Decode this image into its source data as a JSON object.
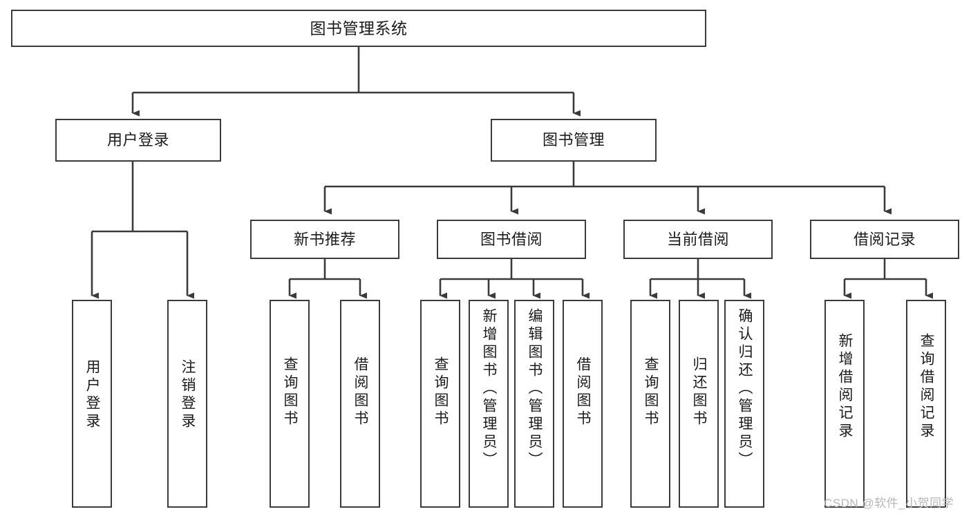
{
  "diagram": {
    "type": "tree",
    "title": "图书管理系统",
    "root": {
      "label": "图书管理系统"
    },
    "level1": [
      {
        "id": "user-login",
        "label": "用户登录"
      },
      {
        "id": "book-management",
        "label": "图书管理"
      }
    ],
    "level2": [
      {
        "id": "new-book-recommend",
        "label": "新书推荐",
        "parent": "book-management"
      },
      {
        "id": "book-borrow",
        "label": "图书借阅",
        "parent": "book-management"
      },
      {
        "id": "current-borrow",
        "label": "当前借阅",
        "parent": "book-management"
      },
      {
        "id": "borrow-record",
        "label": "借阅记录",
        "parent": "book-management"
      }
    ],
    "leaves": [
      {
        "id": "leaf-user-login",
        "label": "用户登录",
        "parent": "user-login"
      },
      {
        "id": "leaf-logout",
        "label": "注销登录",
        "parent": "user-login"
      },
      {
        "id": "leaf-query-book-1",
        "label": "查询图书",
        "parent": "new-book-recommend"
      },
      {
        "id": "leaf-borrow-book-1",
        "label": "借阅图书",
        "parent": "new-book-recommend"
      },
      {
        "id": "leaf-query-book-2",
        "label": "查询图书",
        "parent": "book-borrow"
      },
      {
        "id": "leaf-add-book",
        "label": "新增图书（管理员）",
        "parent": "book-borrow"
      },
      {
        "id": "leaf-edit-book",
        "label": "编辑图书（管理员）",
        "parent": "book-borrow"
      },
      {
        "id": "leaf-borrow-book-2",
        "label": "借阅图书",
        "parent": "book-borrow"
      },
      {
        "id": "leaf-query-book-3",
        "label": "查询图书",
        "parent": "current-borrow"
      },
      {
        "id": "leaf-return-book",
        "label": "归还图书",
        "parent": "current-borrow"
      },
      {
        "id": "leaf-confirm-return",
        "label": "确认归还（管理员）",
        "parent": "current-borrow"
      },
      {
        "id": "leaf-add-record",
        "label": "新增借阅记录",
        "parent": "borrow-record"
      },
      {
        "id": "leaf-query-record",
        "label": "查询借阅记录",
        "parent": "borrow-record"
      }
    ],
    "colors": {
      "stroke": "#3a3a3a",
      "text": "#1b1b1b",
      "background": "#ffffff",
      "watermark": "#b7b7b7"
    }
  },
  "watermark": {
    "text": "CSDN @软件_小贺同学"
  }
}
